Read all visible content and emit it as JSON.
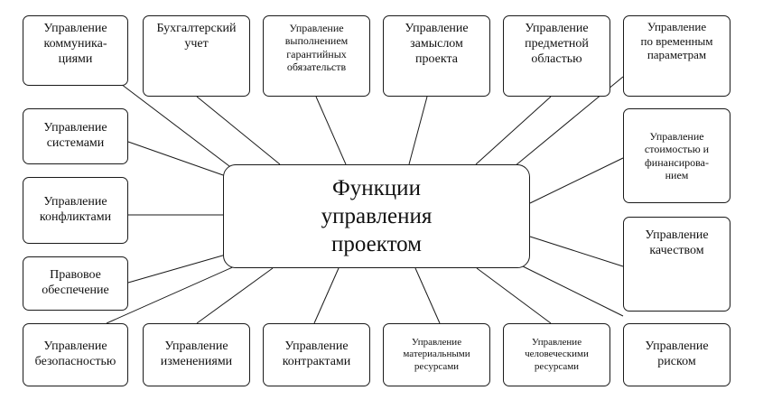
{
  "center": {
    "title": "Функции\nуправления\nпроектом"
  },
  "nodes": {
    "communications": "Управление\nкоммуника-\nциями",
    "accounting": "Бухгалтерский\nучет",
    "warranty": "Управление\nвыполнением\nгарантийных\nобязательств",
    "concept": "Управление\nзамыслом\nпроекта",
    "scope": "Управление\nпредметной\nобластью",
    "time": "Управление\nпо временным\nпараметрам",
    "systems": "Управление\nсистемами",
    "cost": "Управление\nстоимостью и\nфинансирова-\nнием",
    "conflicts": "Управление\nконфликтами",
    "quality": "Управление\nкачеством",
    "legal": "Правовое\nобеспечение",
    "security": "Управление\nбезопасностью",
    "changes": "Управление\nизменениями",
    "contracts": "Управление\nконтрактами",
    "materials": "Управление\nматериальными\nресурсами",
    "hr": "Управление\nчеловеческими\nресурсами",
    "risk": "Управление\nриском"
  }
}
